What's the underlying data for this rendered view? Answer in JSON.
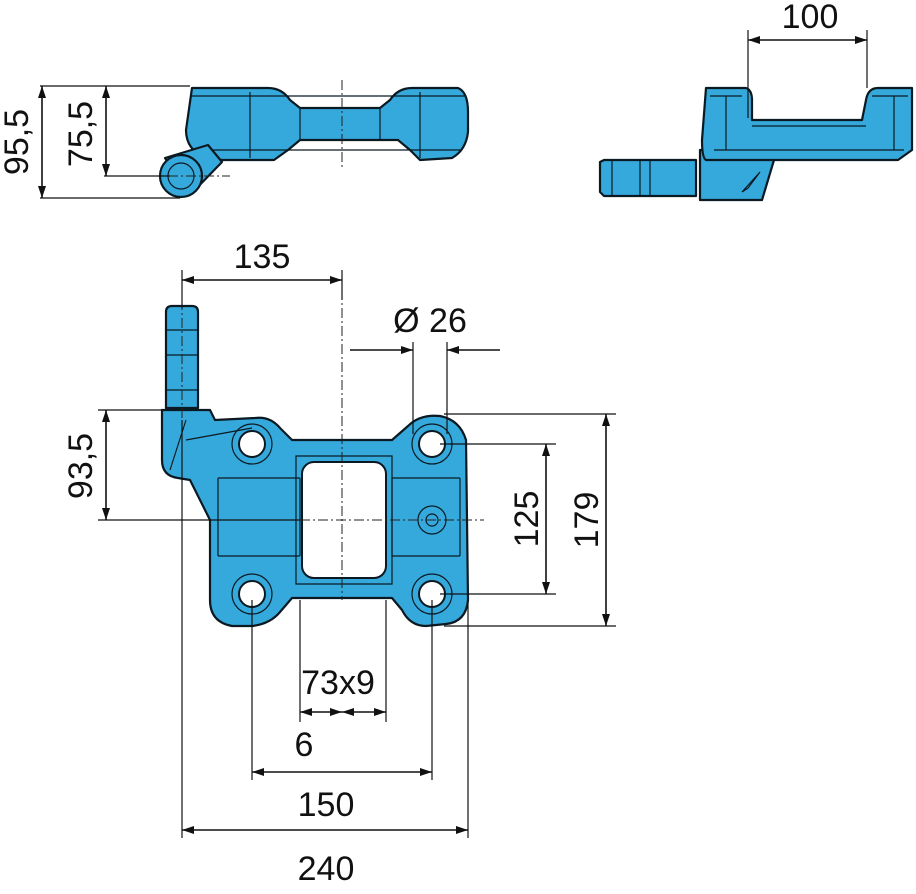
{
  "part_color": "#36a9dc",
  "dimensions": {
    "top_left_height_total": "95,5",
    "top_left_height_inner": "75,5",
    "top_right_width": "100",
    "offset_135": "135",
    "hole_diameter": "Ø 26",
    "height_93_5": "93,5",
    "height_125": "125",
    "height_179": "179",
    "slot": "73x9",
    "slot_6": "6",
    "width_150": "150",
    "width_240": "240"
  }
}
